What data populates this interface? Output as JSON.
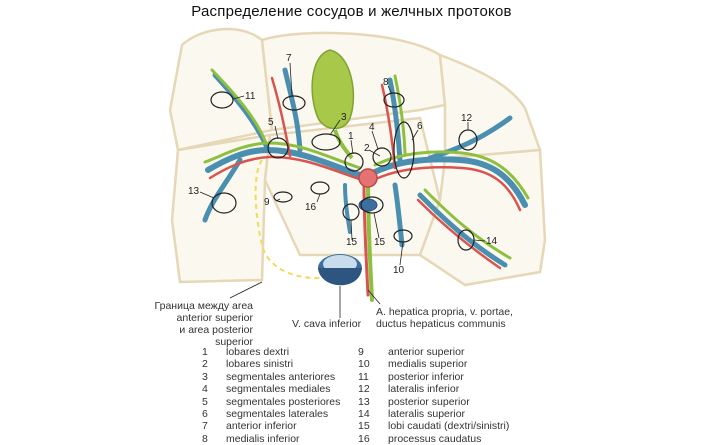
{
  "title": "Распределение сосудов и желчных протоков",
  "annotations": {
    "border_line1": "Граница между area",
    "border_line2": "anterior superior",
    "border_line3": "и area posterior superior",
    "vena_cava": "V. cava inferior",
    "hepatica_line1": "A. hepatica propria, v. portae,",
    "hepatica_line2": "ductus hepaticus communis"
  },
  "numbers": {
    "n1": "1",
    "n2": "2",
    "n3": "3",
    "n4": "4",
    "n5": "5",
    "n6": "6",
    "n7": "7",
    "n8": "8",
    "n9": "9",
    "n10": "10",
    "n11": "11",
    "n12": "12",
    "n13": "13",
    "n14": "14",
    "n15a": "15",
    "n15b": "15",
    "n16": "16"
  },
  "legend_left": [
    {
      "n": "1",
      "text": "lobares dextri"
    },
    {
      "n": "2",
      "text": "lobares sinistri"
    },
    {
      "n": "3",
      "text": "segmentales anteriores"
    },
    {
      "n": "4",
      "text": "segmentales mediales"
    },
    {
      "n": "5",
      "text": "segmentales posteriores"
    },
    {
      "n": "6",
      "text": "segmentales laterales"
    },
    {
      "n": "7",
      "text": "anterior inferior"
    },
    {
      "n": "8",
      "text": "medialis inferior"
    }
  ],
  "legend_right": [
    {
      "n": "9",
      "text": "anterior superior"
    },
    {
      "n": "10",
      "text": "medialis superior"
    },
    {
      "n": "11",
      "text": "posterior inferior"
    },
    {
      "n": "12",
      "text": "lateralis inferior"
    },
    {
      "n": "13",
      "text": "posterior superior"
    },
    {
      "n": "14",
      "text": "lateralis superior"
    },
    {
      "n": "15",
      "text": "lobi caudati (dextri/sinistri)"
    },
    {
      "n": "16",
      "text": "processus caudatus"
    }
  ],
  "colors": {
    "artery": "#d9534f",
    "portal_vein": "#4a8fb0",
    "bile_duct": "#8fbf3f",
    "hepatic_vein": "#3d6ea0",
    "segment_border": "#e8d9b5",
    "liver_fill": "#fbf8f0",
    "gallbladder": "#a8c84a"
  }
}
